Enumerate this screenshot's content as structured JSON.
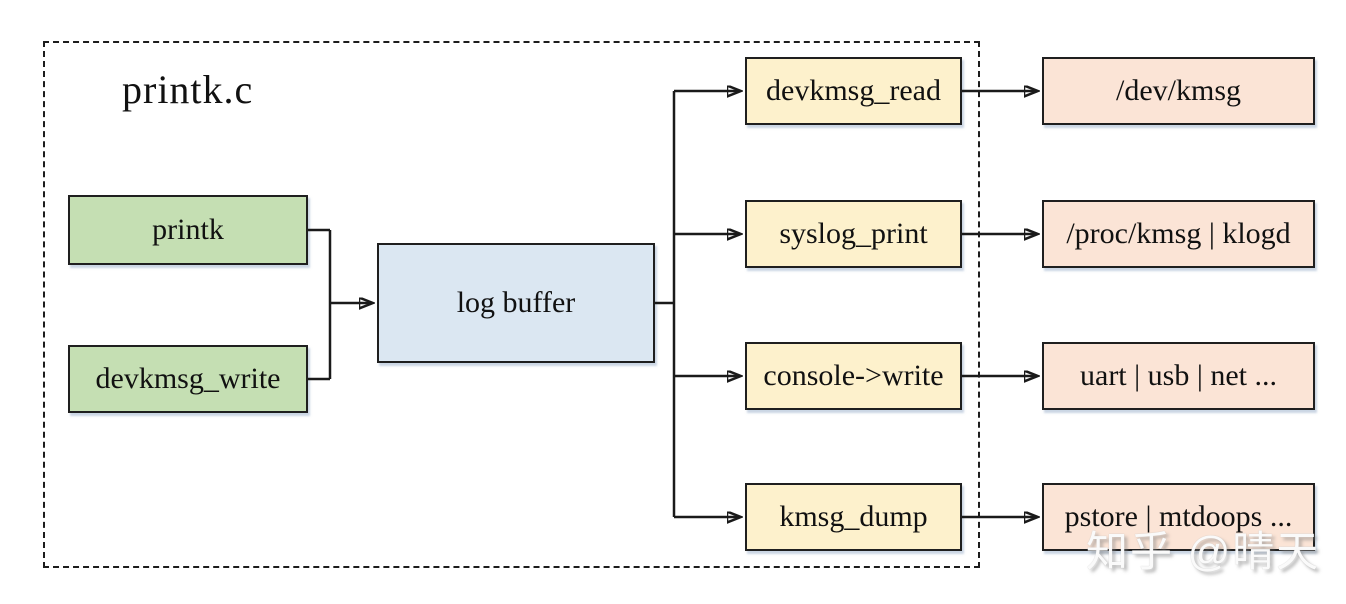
{
  "title": "printk.c",
  "watermark": "知乎 @晴天",
  "nodes": {
    "printk": "printk",
    "devkmsg_write": "devkmsg_write",
    "log_buffer": "log buffer",
    "devkmsg_read": "devkmsg_read",
    "syslog_print": "syslog_print",
    "console_write": "console->write",
    "kmsg_dump": "kmsg_dump",
    "dev_kmsg": "/dev/kmsg",
    "proc_kmsg_klogd": "/proc/kmsg | klogd",
    "uart_usb_net": "uart | usb | net ...",
    "pstore_mtdoops": "pstore | mtdoops ..."
  },
  "edges": [
    {
      "from": "printk",
      "to": "log buffer"
    },
    {
      "from": "devkmsg_write",
      "to": "log buffer"
    },
    {
      "from": "log buffer",
      "to": "devkmsg_read"
    },
    {
      "from": "log buffer",
      "to": "syslog_print"
    },
    {
      "from": "log buffer",
      "to": "console->write"
    },
    {
      "from": "log buffer",
      "to": "kmsg_dump"
    },
    {
      "from": "devkmsg_read",
      "to": "/dev/kmsg"
    },
    {
      "from": "syslog_print",
      "to": "/proc/kmsg | klogd"
    },
    {
      "from": "console->write",
      "to": "uart | usb | net ..."
    },
    {
      "from": "kmsg_dump",
      "to": "pstore | mtdoops ..."
    }
  ],
  "colors": {
    "source_fill": "#c5dfb3",
    "buffer_fill": "#dbe7f2",
    "function_fill": "#fdf1cc",
    "destination_fill": "#fbe4d6",
    "line": "#1a1a1a",
    "background": "#ffffff"
  }
}
